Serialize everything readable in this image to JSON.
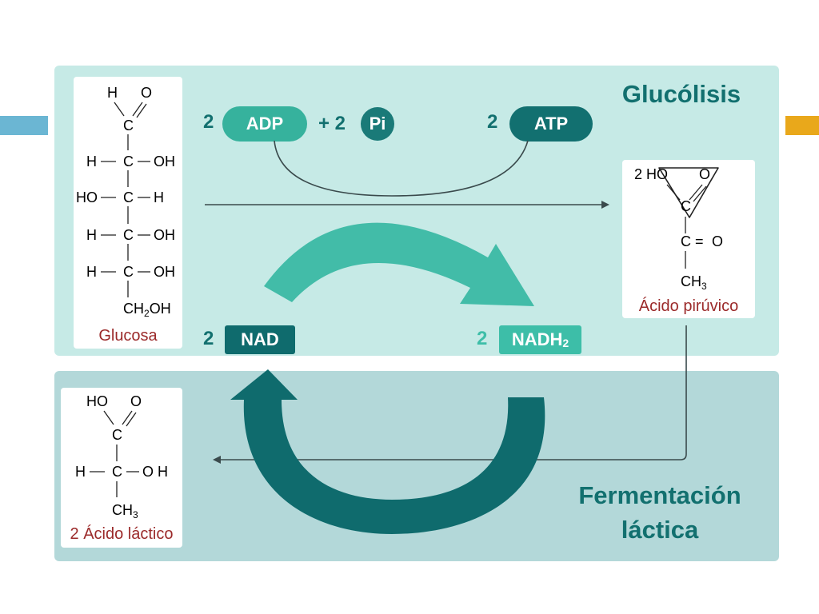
{
  "titles": {
    "glycolysis": "Glucólisis",
    "fermentation_line1": "Fermentación",
    "fermentation_line2": "láctica"
  },
  "molecules": {
    "glucose": {
      "name": "Glucosa",
      "r1_h": "H",
      "r1_o": "O",
      "c": "C",
      "r2": [
        "H",
        "C",
        "OH"
      ],
      "r3": [
        "HO",
        "C",
        "H"
      ],
      "r4": [
        "H",
        "C",
        "OH"
      ],
      "r5": [
        "H",
        "C",
        "OH"
      ],
      "bottom_main": "CH",
      "bottom_sub": "2",
      "bottom_rest": "OH"
    },
    "pyruvic": {
      "name": "Ácido pirúvico",
      "top_left": "2 HO",
      "top_right": "O",
      "c": "C",
      "c2": "C",
      "eq": "=",
      "o2": "O",
      "bottom_main": "CH",
      "bottom_sub": "3"
    },
    "lactic": {
      "name": "2 Ácido láctico",
      "top_left": "HO",
      "top_right": "O",
      "c": "C",
      "r2": [
        "H",
        "C",
        "O H"
      ],
      "bottom_main": "CH",
      "bottom_sub": "3"
    }
  },
  "reagents": {
    "adp_coef": "2",
    "adp": "ADP",
    "pi_coef": "+ 2",
    "pi": "Pi",
    "atp_coef": "2",
    "atp": "ATP",
    "nad_coef": "2",
    "nad": "NAD",
    "nadh_coef": "2",
    "nadh": "NADH",
    "nadh_sub": "2"
  },
  "colors": {
    "panel_top": "#c6eae6",
    "panel_bottom": "#b3d8d9",
    "dark_teal": "#0f6b6d",
    "light_teal": "#3dbea8",
    "molecule_name": "#9b2a2a",
    "accent_left": "#6bb6d3",
    "accent_right": "#e9a81b"
  }
}
